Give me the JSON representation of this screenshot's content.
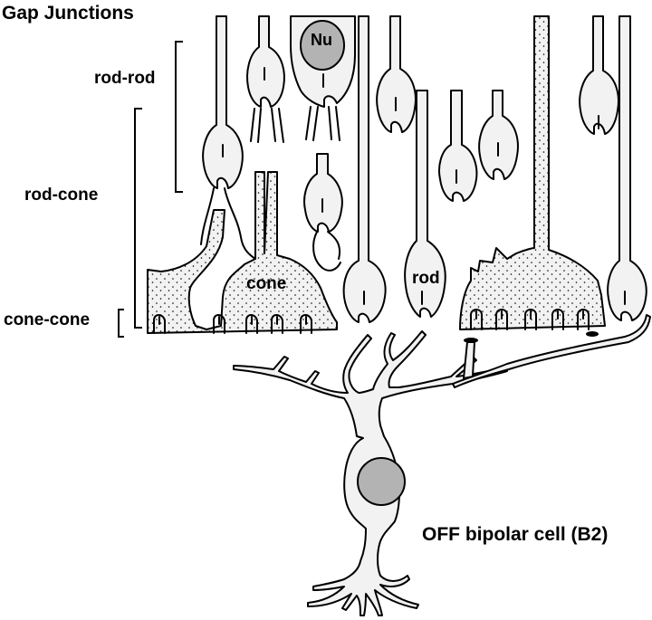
{
  "title": "Gap Junctions",
  "junction_labels": {
    "rod_rod": "rod-rod",
    "rod_cone": "rod-cone",
    "cone_cone": "cone-cone"
  },
  "cell_labels": {
    "nucleus": "Nu",
    "cone": "cone",
    "rod": "rod",
    "bipolar": "OFF bipolar cell (B2)"
  },
  "colors": {
    "stroke": "#000000",
    "cell_fill": "#f2f2f2",
    "nucleus_fill": "#b3b3b3",
    "stipple": "#000000"
  }
}
